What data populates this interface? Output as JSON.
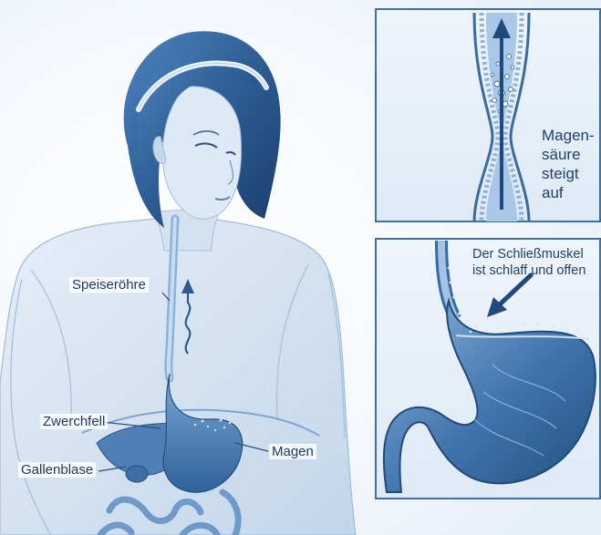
{
  "labels": {
    "speiseroehre": "Speiseröhre",
    "zwerchfell": "Zwerchfell",
    "gallenblase": "Gallenblase",
    "magen": "Magen"
  },
  "inset_top": {
    "lines": [
      "Magen-",
      "säure",
      "steigt",
      "auf"
    ]
  },
  "inset_bottom": {
    "lines": [
      "Der Schließmuskel",
      "ist schlaff und offen"
    ]
  },
  "colors": {
    "ink": "#1c3a66",
    "skin_light": "#dbe7f3",
    "skin_mid": "#b9cfe6",
    "hair": "#2f5f96",
    "hair_dark": "#1f4677",
    "organ": "#5a8fc4",
    "organ_dark": "#2c5e95",
    "frame": "#4a79ad"
  }
}
